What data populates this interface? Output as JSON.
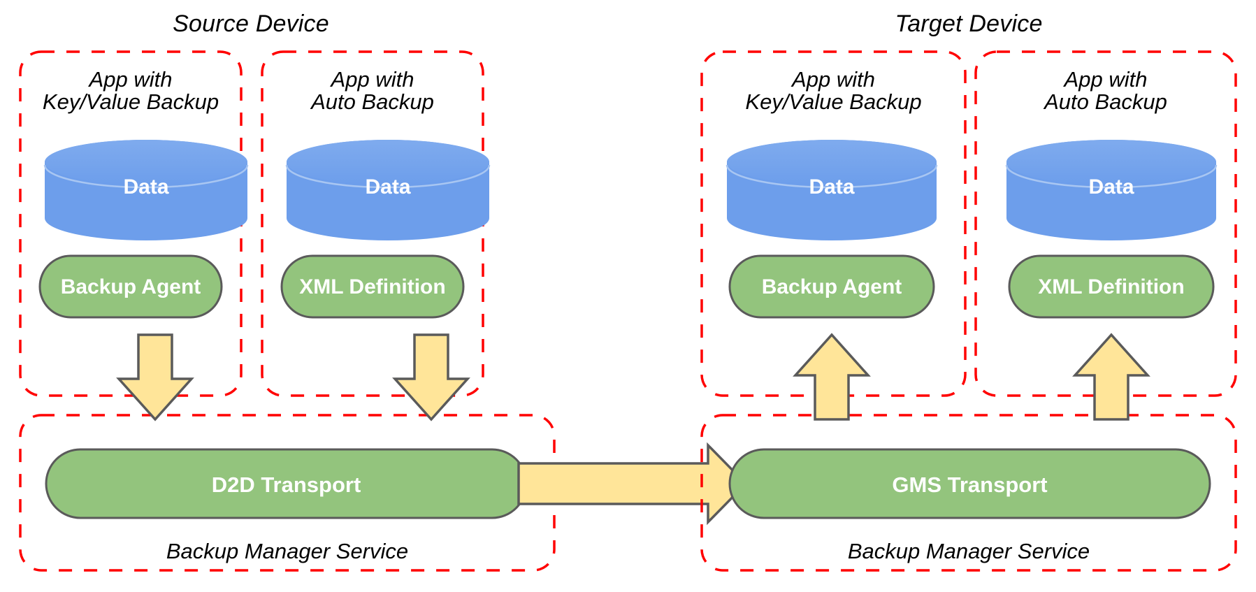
{
  "diagram": {
    "type": "architecture-flow",
    "title_left": "Source Device",
    "title_right": "Target Device",
    "palette": {
      "dashed_border": "#ff0000",
      "cylinder_fill": "#6d9eeb",
      "pill_fill": "#93c47d",
      "pill_stroke": "#5a5a5a",
      "arrow_fill": "#ffe599",
      "arrow_stroke": "#5a5a5a",
      "text_dark": "#000000",
      "text_light": "#ffffff",
      "background": "#ffffff"
    }
  },
  "devices": [
    {
      "name": "Source Device",
      "apps": [
        {
          "title_line1": "App with",
          "title_line2": "Key/Value Backup",
          "data_label": "Data",
          "component_label": "Backup Agent"
        },
        {
          "title_line1": "App with",
          "title_line2": "Auto Backup",
          "data_label": "Data",
          "component_label": "XML Definition"
        }
      ],
      "service": {
        "transport_label": "D2D Transport",
        "service_label": "Backup Manager Service"
      }
    },
    {
      "name": "Target Device",
      "apps": [
        {
          "title_line1": "App with",
          "title_line2": "Key/Value Backup",
          "data_label": "Data",
          "component_label": "Backup Agent"
        },
        {
          "title_line1": "App with",
          "title_line2": "Auto Backup",
          "data_label": "Data",
          "component_label": "XML Definition"
        }
      ],
      "service": {
        "transport_label": "GMS Transport",
        "service_label": "Backup Manager Service"
      }
    }
  ],
  "flows": [
    {
      "id": "src-kv-down",
      "direction": "down",
      "from": "Backup Agent",
      "to": "D2D Transport"
    },
    {
      "id": "src-auto-down",
      "direction": "down",
      "from": "XML Definition",
      "to": "D2D Transport"
    },
    {
      "id": "d2d-to-gms",
      "direction": "right",
      "from": "D2D Transport",
      "to": "GMS Transport"
    },
    {
      "id": "tgt-kv-up",
      "direction": "up",
      "from": "GMS Transport",
      "to": "Backup Agent"
    },
    {
      "id": "tgt-auto-up",
      "direction": "up",
      "from": "GMS Transport",
      "to": "XML Definition"
    }
  ]
}
